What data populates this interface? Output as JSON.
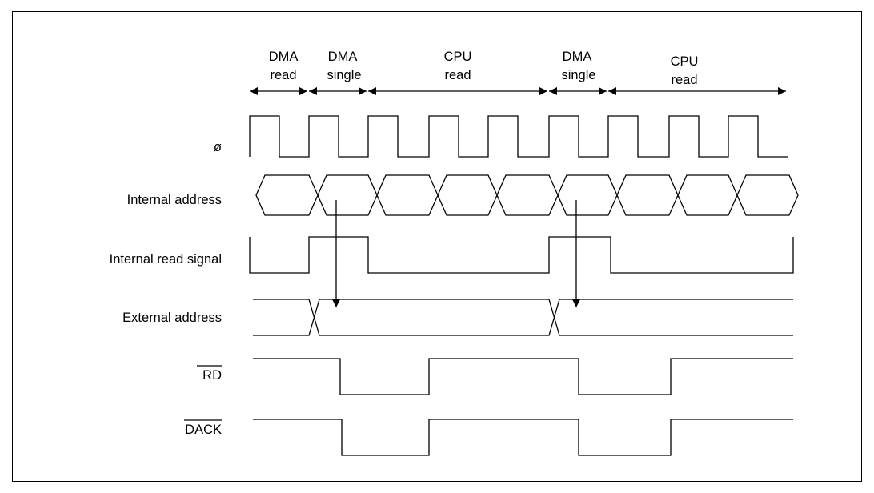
{
  "phase_labels": [
    {
      "line1": "DMA",
      "line2": "read"
    },
    {
      "line1": "DMA",
      "line2": "single"
    },
    {
      "line1": "CPU",
      "line2": "read"
    },
    {
      "line1": "DMA",
      "line2": "single"
    },
    {
      "line1": "CPU",
      "line2": "read"
    }
  ],
  "signals": {
    "phi": "ø",
    "internal_address": "Internal address",
    "internal_read": "Internal read signal",
    "external_address": "External address",
    "rd": "RD",
    "dack": "DACK"
  },
  "active_low_overbar": [
    "rd",
    "dack"
  ]
}
